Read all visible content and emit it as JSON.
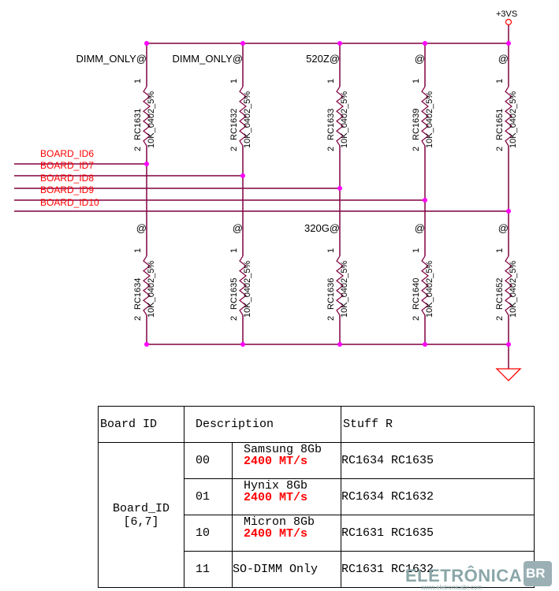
{
  "power_label": "+3VS",
  "top_resistors": [
    {
      "option": "DIMM_ONLY@",
      "ref": "RC1631",
      "value": "10K_0402_5%",
      "pin_top": "1",
      "pin_bottom": "2"
    },
    {
      "option": "DIMM_ONLY@",
      "ref": "RC1632",
      "value": "10K_0402_5%",
      "pin_top": "1",
      "pin_bottom": "2"
    },
    {
      "option": "520Z@",
      "ref": "RC1633",
      "value": "10K_0402_5%",
      "pin_top": "1",
      "pin_bottom": "2"
    },
    {
      "option": "@",
      "ref": "RC1639",
      "value": "10K_0402_5%",
      "pin_top": "1",
      "pin_bottom": "2"
    },
    {
      "option": "@",
      "ref": "RC1651",
      "value": "10K_0402_5%",
      "pin_top": "1",
      "pin_bottom": "2"
    }
  ],
  "bottom_resistors": [
    {
      "option": "@",
      "ref": "RC1634",
      "value": "10K_0402_5%",
      "pin_top": "1",
      "pin_bottom": "2"
    },
    {
      "option": "@",
      "ref": "RC1635",
      "value": "10K_0402_5%",
      "pin_top": "1",
      "pin_bottom": "2"
    },
    {
      "option": "320G@",
      "ref": "RC1636",
      "value": "10K_0402_5%",
      "pin_top": "1",
      "pin_bottom": "2"
    },
    {
      "option": "@",
      "ref": "RC1640",
      "value": "10K_0402_5%",
      "pin_top": "1",
      "pin_bottom": "2"
    },
    {
      "option": "@",
      "ref": "RC1652",
      "value": "10K_0402_5%",
      "pin_top": "1",
      "pin_bottom": "2"
    }
  ],
  "nets": [
    "BOARD_ID6",
    "BOARD_ID7",
    "BOARD_ID8",
    "BOARD_ID9",
    "BOARD_ID10"
  ],
  "colors": {
    "wire": "#800040",
    "junction": "#ff00ff",
    "net_label": "#ff0000",
    "power": "#ff0000",
    "speed": "#ff0000"
  },
  "table": {
    "headers": [
      "Board ID",
      "Description",
      "Stuff R"
    ],
    "board_id_label": "Board_ID",
    "board_id_bits": "[6,7]",
    "rows": [
      {
        "code": "00",
        "vendor": "Samsung 8Gb",
        "speed": "2400 MT/s",
        "stuff": "RC1634 RC1635"
      },
      {
        "code": "01",
        "vendor": "Hynix 8Gb",
        "speed": "2400 MT/s",
        "stuff": "RC1634 RC1632"
      },
      {
        "code": "10",
        "vendor": "Micron 8Gb",
        "speed": "2400 MT/s",
        "stuff": "RC1631 RC1635"
      },
      {
        "code": "11",
        "vendor": "SO-DIMM Only",
        "speed": "",
        "stuff": "RC1631 RC1632"
      }
    ]
  },
  "watermark": {
    "brand": "ELETRÔNICA",
    "badge": "BR",
    "site": "www.eletronicabr.com"
  }
}
